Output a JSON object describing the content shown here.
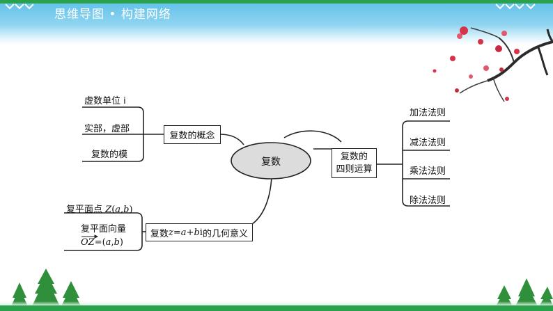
{
  "header": {
    "title": "思维导图 • 构建网络",
    "accent_color": "#2aa24b",
    "sky_color": "#5cbfe8"
  },
  "diagram": {
    "center": {
      "label": "复数"
    },
    "concept": {
      "label": "复数的概念",
      "children": [
        "虚数单位 i",
        "实部，虚部",
        "复数的模"
      ]
    },
    "operations": {
      "label_line1": "复数的",
      "label_line2": "四则运算",
      "children": [
        "加法法则",
        "减法法则",
        "乘法法则",
        "除法法则"
      ]
    },
    "geometry": {
      "label_prefix": "复数 ",
      "label_z": "z",
      "label_eq": "=",
      "label_a": "a",
      "label_plus": "+",
      "label_b": "b",
      "label_i": "i",
      "label_suffix": " 的几何意义",
      "point_label": "复平面点 ",
      "point_Z": "Z",
      "point_open": "(",
      "point_a": "a",
      "point_comma": ",",
      "point_b": "b",
      "point_close": ")",
      "vector_label": "复平面向量",
      "vector_OZ": "OZ",
      "vector_eq": "=(",
      "vector_a": "a",
      "vector_comma": ",",
      "vector_b": "b",
      "vector_close": ")"
    }
  },
  "decorations": {
    "top_right": "plum-blossom-branch",
    "bottom_left": "pine-trees",
    "bottom_right": "pine-trees"
  }
}
